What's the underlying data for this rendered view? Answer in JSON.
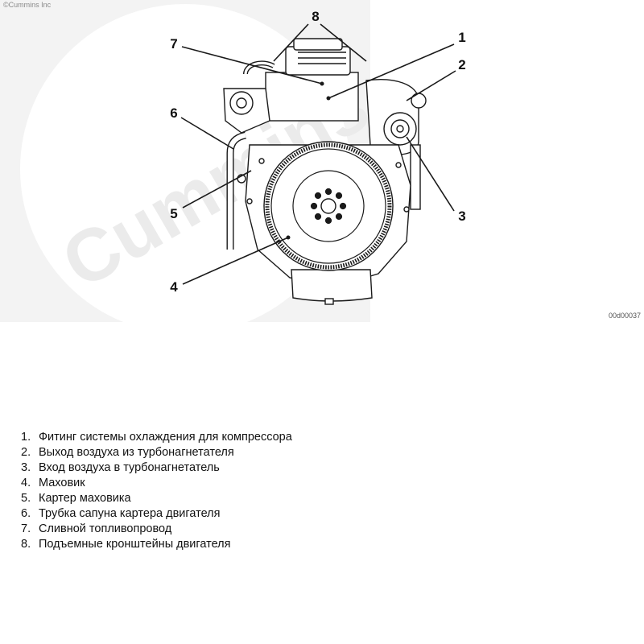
{
  "figure": {
    "copyright": "©Cummins Inc",
    "watermark": "Cummins",
    "figure_id": "00d00037",
    "callouts": [
      "1",
      "2",
      "3",
      "4",
      "5",
      "6",
      "7",
      "8"
    ]
  },
  "legend": {
    "items": [
      {
        "num": "1.",
        "label": "Фитинг системы охлаждения для компрессора"
      },
      {
        "num": "2.",
        "label": "Выход воздуха из турбонагнетателя"
      },
      {
        "num": "3.",
        "label": "Вход воздуха в турбонагнетатель"
      },
      {
        "num": "4.",
        "label": "Маховик"
      },
      {
        "num": "5.",
        "label": "Картер маховика"
      },
      {
        "num": "6.",
        "label": "Трубка сапуна картера двигателя"
      },
      {
        "num": "7.",
        "label": "Сливной топливопровод"
      },
      {
        "num": "8.",
        "label": "Подъемные кронштейны двигателя"
      }
    ]
  },
  "colors": {
    "line": "#1a1a1a",
    "watermark_bg": "#f3f3f3",
    "watermark_text": "#e6e6e6"
  }
}
